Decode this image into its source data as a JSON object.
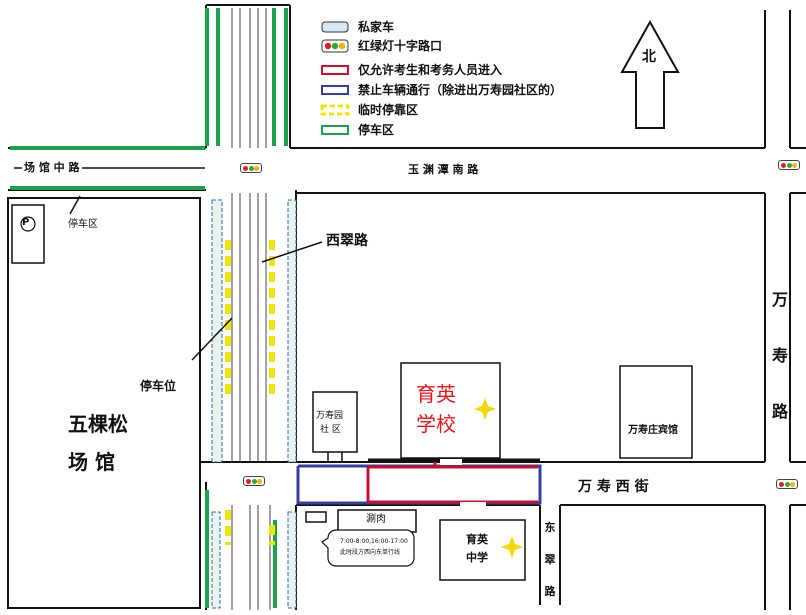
{
  "legend": {
    "items": [
      {
        "key": "private_car",
        "label": "私家车"
      },
      {
        "key": "traffic_light",
        "label": "红绿灯十字路口"
      },
      {
        "key": "red_line",
        "label": "仅允许考生和考务人员进入",
        "color": "#c8102e"
      },
      {
        "key": "blue_line",
        "label": "禁止车辆通行（除进出万寿园社区的）",
        "color": "#3340a0"
      },
      {
        "key": "yellow_dashed",
        "label": "临时停靠区",
        "color": "#f2e600"
      },
      {
        "key": "green_line",
        "label": "停车区",
        "color": "#1aa34a"
      }
    ]
  },
  "north_label": "北",
  "roads": {
    "changguan_zhong": "场 馆 中 路",
    "yuyuantan_nan": "玉 渊 潭 南 路",
    "xicui": "西翠路",
    "wanshou_xi": "万 寿 西 街",
    "wanshou": [
      "万",
      "寿",
      "路"
    ],
    "dongcui": [
      "东",
      "翠",
      "路"
    ]
  },
  "labels": {
    "parking_area": "停车区",
    "parking_spots": "停车位",
    "parking_symbol": "P",
    "wukesong_line1": "五棵松",
    "wukesong_line2": "场 馆",
    "yuying_school_line1": "育英",
    "yuying_school_line2": "学校",
    "wanshouyuan_line1": "万寿园",
    "wanshouyuan_line2": "社  区",
    "hotel": "万寿庄宾馆",
    "middle_school_line1": "育英",
    "middle_school_line2": "中学",
    "hutong": "涮肉",
    "note_line1": "7:00-8:00,16:00-17:00",
    "note_line2": "此时段方西向东单行线"
  },
  "colors": {
    "red_route": "#c8102e",
    "blue_route": "#3340a0",
    "yellow_stop": "#f2e600",
    "green_park": "#1aa34a",
    "school_text": "#e8141e",
    "star": "#f5d800"
  }
}
